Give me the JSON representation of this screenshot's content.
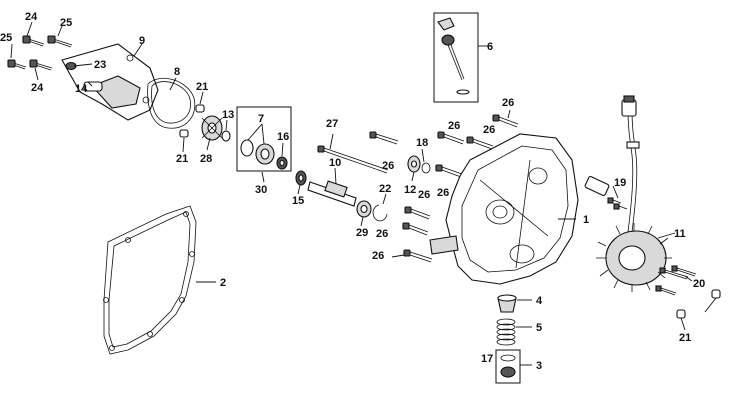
{
  "diagram": {
    "callouts": {
      "n1": "1",
      "n2": "2",
      "n3": "3",
      "n4": "4",
      "n5": "5",
      "n6": "6",
      "n7": "7",
      "n8": "8",
      "n9": "9",
      "n10": "10",
      "n11": "11",
      "n12": "12",
      "n13": "13",
      "n14": "14",
      "n15": "15",
      "n16": "16",
      "n17": "17",
      "n18": "18",
      "n19": "19",
      "n20": "20",
      "n21a": "21",
      "n21b": "21",
      "n21c": "21",
      "n22": "22",
      "n23": "23",
      "n24a": "24",
      "n24b": "24",
      "n25a": "25",
      "n25b": "25",
      "n26a": "26",
      "n26b": "26",
      "n26c": "26",
      "n26d": "26",
      "n26e": "26",
      "n26f": "26",
      "n26g": "26",
      "n26h": "26",
      "n27": "27",
      "n28": "28",
      "n29": "29",
      "n30": "30"
    }
  }
}
